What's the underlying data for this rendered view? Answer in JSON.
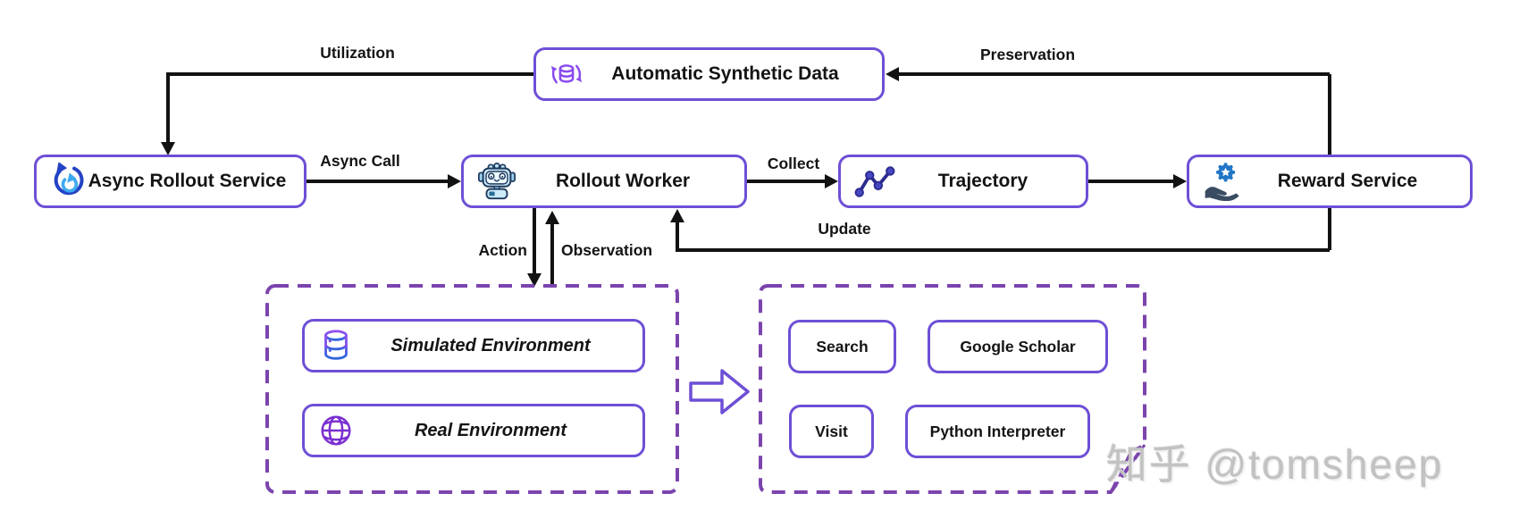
{
  "nodes": {
    "synthetic_data": {
      "label": "Automatic Synthetic Data"
    },
    "async_rollout_service": {
      "label": "Async Rollout Service"
    },
    "rollout_worker": {
      "label": "Rollout Worker"
    },
    "trajectory": {
      "label": "Trajectory"
    },
    "reward_service": {
      "label": "Reward Service"
    },
    "simulated_environment": {
      "label": "Simulated Environment"
    },
    "real_environment": {
      "label": "Real Environment"
    }
  },
  "tools": {
    "search": {
      "label": "Search"
    },
    "google_scholar": {
      "label": "Google Scholar"
    },
    "visit": {
      "label": "Visit"
    },
    "python_interpreter": {
      "label": "Python Interpreter"
    }
  },
  "edges": {
    "utilization": {
      "label": "Utilization"
    },
    "preservation": {
      "label": "Preservation"
    },
    "async_call": {
      "label": "Async Call"
    },
    "collect": {
      "label": "Collect"
    },
    "update": {
      "label": "Update"
    },
    "action": {
      "label": "Action"
    },
    "observation": {
      "label": "Observation"
    }
  },
  "colors": {
    "node_border": "#6e4fd6",
    "dashed_border": "#7b44ad",
    "arrow": "#121212",
    "text": "#141414",
    "watermark": "#c2c2c2"
  },
  "watermark": "知乎 @tomsheep"
}
